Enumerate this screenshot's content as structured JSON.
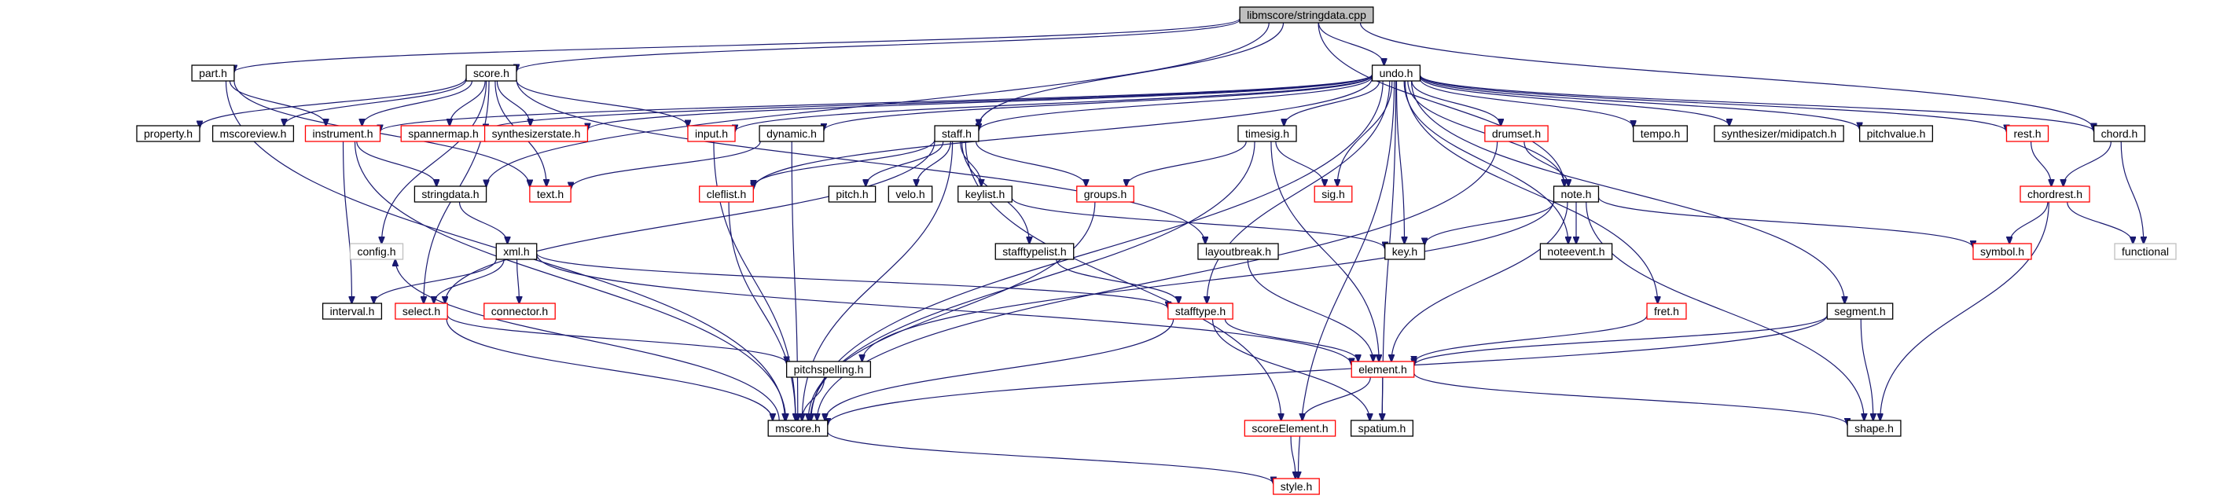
{
  "nodes": [
    {
      "id": "root",
      "label": "libmscore/stringdata.cpp",
      "style": "root"
    },
    {
      "id": "part",
      "label": "part.h",
      "style": "normal"
    },
    {
      "id": "score",
      "label": "score.h",
      "style": "normal"
    },
    {
      "id": "undo",
      "label": "undo.h",
      "style": "normal"
    },
    {
      "id": "property",
      "label": "property.h",
      "style": "normal"
    },
    {
      "id": "mscoreview",
      "label": "mscoreview.h",
      "style": "normal"
    },
    {
      "id": "instrument",
      "label": "instrument.h",
      "style": "red"
    },
    {
      "id": "spannermap",
      "label": "spannermap.h",
      "style": "red"
    },
    {
      "id": "synthstate",
      "label": "synthesizerstate.h",
      "style": "red"
    },
    {
      "id": "input",
      "label": "input.h",
      "style": "red"
    },
    {
      "id": "dynamic",
      "label": "dynamic.h",
      "style": "normal"
    },
    {
      "id": "staff",
      "label": "staff.h",
      "style": "normal"
    },
    {
      "id": "timesig",
      "label": "timesig.h",
      "style": "normal"
    },
    {
      "id": "drumset",
      "label": "drumset.h",
      "style": "red"
    },
    {
      "id": "tempo",
      "label": "tempo.h",
      "style": "normal"
    },
    {
      "id": "midipatch",
      "label": "synthesizer/midipatch.h",
      "style": "normal"
    },
    {
      "id": "pitchvalue",
      "label": "pitchvalue.h",
      "style": "normal"
    },
    {
      "id": "rest",
      "label": "rest.h",
      "style": "red"
    },
    {
      "id": "chord",
      "label": "chord.h",
      "style": "normal"
    },
    {
      "id": "stringdata",
      "label": "stringdata.h",
      "style": "normal"
    },
    {
      "id": "text",
      "label": "text.h",
      "style": "red"
    },
    {
      "id": "cleflist",
      "label": "cleflist.h",
      "style": "red"
    },
    {
      "id": "pitch",
      "label": "pitch.h",
      "style": "normal"
    },
    {
      "id": "velo",
      "label": "velo.h",
      "style": "normal"
    },
    {
      "id": "keylist",
      "label": "keylist.h",
      "style": "normal"
    },
    {
      "id": "groups",
      "label": "groups.h",
      "style": "red"
    },
    {
      "id": "sig",
      "label": "sig.h",
      "style": "red"
    },
    {
      "id": "note",
      "label": "note.h",
      "style": "normal"
    },
    {
      "id": "chordrest",
      "label": "chordrest.h",
      "style": "red"
    },
    {
      "id": "config",
      "label": "config.h",
      "style": "gray"
    },
    {
      "id": "xml",
      "label": "xml.h",
      "style": "normal"
    },
    {
      "id": "stafftypelist",
      "label": "stafftypelist.h",
      "style": "normal"
    },
    {
      "id": "layoutbreak",
      "label": "layoutbreak.h",
      "style": "normal"
    },
    {
      "id": "key",
      "label": "key.h",
      "style": "normal"
    },
    {
      "id": "noteevent",
      "label": "noteevent.h",
      "style": "normal"
    },
    {
      "id": "symbol",
      "label": "symbol.h",
      "style": "red"
    },
    {
      "id": "functional",
      "label": "functional",
      "style": "gray"
    },
    {
      "id": "interval",
      "label": "interval.h",
      "style": "normal"
    },
    {
      "id": "select",
      "label": "select.h",
      "style": "red"
    },
    {
      "id": "connector",
      "label": "connector.h",
      "style": "red"
    },
    {
      "id": "stafftype",
      "label": "stafftype.h",
      "style": "red"
    },
    {
      "id": "fret",
      "label": "fret.h",
      "style": "red"
    },
    {
      "id": "segment",
      "label": "segment.h",
      "style": "normal"
    },
    {
      "id": "pitchspelling",
      "label": "pitchspelling.h",
      "style": "normal"
    },
    {
      "id": "element",
      "label": "element.h",
      "style": "red"
    },
    {
      "id": "mscore",
      "label": "mscore.h",
      "style": "normal"
    },
    {
      "id": "scoreelement",
      "label": "scoreElement.h",
      "style": "red"
    },
    {
      "id": "spatium",
      "label": "spatium.h",
      "style": "normal"
    },
    {
      "id": "shape",
      "label": "shape.h",
      "style": "normal"
    },
    {
      "id": "style",
      "label": "style.h",
      "style": "red"
    }
  ],
  "edges": [
    [
      "root",
      "part"
    ],
    [
      "root",
      "score"
    ],
    [
      "root",
      "undo"
    ],
    [
      "root",
      "staff"
    ],
    [
      "root",
      "stringdata"
    ],
    [
      "root",
      "note"
    ],
    [
      "root",
      "chord"
    ],
    [
      "part",
      "instrument"
    ],
    [
      "part",
      "text"
    ],
    [
      "part",
      "mscore"
    ],
    [
      "score",
      "property"
    ],
    [
      "score",
      "mscoreview"
    ],
    [
      "score",
      "instrument"
    ],
    [
      "score",
      "spannermap"
    ],
    [
      "score",
      "synthstate"
    ],
    [
      "score",
      "input"
    ],
    [
      "score",
      "text"
    ],
    [
      "score",
      "select"
    ],
    [
      "score",
      "layoutbreak"
    ],
    [
      "score",
      "config"
    ],
    [
      "undo",
      "instrument"
    ],
    [
      "undo",
      "spannermap"
    ],
    [
      "undo",
      "synthstate"
    ],
    [
      "undo",
      "input"
    ],
    [
      "undo",
      "dynamic"
    ],
    [
      "undo",
      "staff"
    ],
    [
      "undo",
      "timesig"
    ],
    [
      "undo",
      "drumset"
    ],
    [
      "undo",
      "tempo"
    ],
    [
      "undo",
      "midipatch"
    ],
    [
      "undo",
      "pitchvalue"
    ],
    [
      "undo",
      "rest"
    ],
    [
      "undo",
      "chord"
    ],
    [
      "undo",
      "cleflist"
    ],
    [
      "undo",
      "sig"
    ],
    [
      "undo",
      "key"
    ],
    [
      "undo",
      "noteevent"
    ],
    [
      "undo",
      "note"
    ],
    [
      "undo",
      "fret"
    ],
    [
      "undo",
      "segment"
    ],
    [
      "undo",
      "stafftype"
    ],
    [
      "undo",
      "mscore"
    ],
    [
      "undo",
      "spatium"
    ],
    [
      "undo",
      "style"
    ],
    [
      "instrument",
      "stringdata"
    ],
    [
      "instrument",
      "interval"
    ],
    [
      "instrument",
      "mscore"
    ],
    [
      "input",
      "mscore"
    ],
    [
      "dynamic",
      "text"
    ],
    [
      "dynamic",
      "mscore"
    ],
    [
      "staff",
      "cleflist"
    ],
    [
      "staff",
      "pitch"
    ],
    [
      "staff",
      "velo"
    ],
    [
      "staff",
      "keylist"
    ],
    [
      "staff",
      "groups"
    ],
    [
      "staff",
      "stafftypelist"
    ],
    [
      "staff",
      "select"
    ],
    [
      "staff",
      "mscore"
    ],
    [
      "staff",
      "scoreelement"
    ],
    [
      "timesig",
      "groups"
    ],
    [
      "timesig",
      "sig"
    ],
    [
      "timesig",
      "element"
    ],
    [
      "timesig",
      "mscore"
    ],
    [
      "drumset",
      "note"
    ],
    [
      "drumset",
      "mscore"
    ],
    [
      "rest",
      "chordrest"
    ],
    [
      "chord",
      "chordrest"
    ],
    [
      "chord",
      "functional"
    ],
    [
      "stringdata",
      "xml"
    ],
    [
      "cleflist",
      "mscore"
    ],
    [
      "keylist",
      "key"
    ],
    [
      "groups",
      "mscore"
    ],
    [
      "note",
      "key"
    ],
    [
      "note",
      "noteevent"
    ],
    [
      "note",
      "symbol"
    ],
    [
      "note",
      "shape"
    ],
    [
      "note",
      "element"
    ],
    [
      "note",
      "pitchspelling"
    ],
    [
      "chordrest",
      "symbol"
    ],
    [
      "chordrest",
      "functional"
    ],
    [
      "chordrest",
      "shape"
    ],
    [
      "xml",
      "interval"
    ],
    [
      "xml",
      "select"
    ],
    [
      "xml",
      "connector"
    ],
    [
      "xml",
      "stafftype"
    ],
    [
      "xml",
      "element"
    ],
    [
      "stafftypelist",
      "stafftype"
    ],
    [
      "layoutbreak",
      "element"
    ],
    [
      "select",
      "pitchspelling"
    ],
    [
      "select",
      "mscore"
    ],
    [
      "stafftype",
      "element"
    ],
    [
      "stafftype",
      "mscore"
    ],
    [
      "stafftype",
      "spatium"
    ],
    [
      "fret",
      "element"
    ],
    [
      "segment",
      "element"
    ],
    [
      "segment",
      "shape"
    ],
    [
      "segment",
      "mscore"
    ],
    [
      "pitchspelling",
      "mscore"
    ],
    [
      "element",
      "scoreelement"
    ],
    [
      "element",
      "spatium"
    ],
    [
      "element",
      "shape"
    ],
    [
      "mscore",
      "config"
    ],
    [
      "mscore",
      "style"
    ],
    [
      "scoreelement",
      "style"
    ]
  ]
}
